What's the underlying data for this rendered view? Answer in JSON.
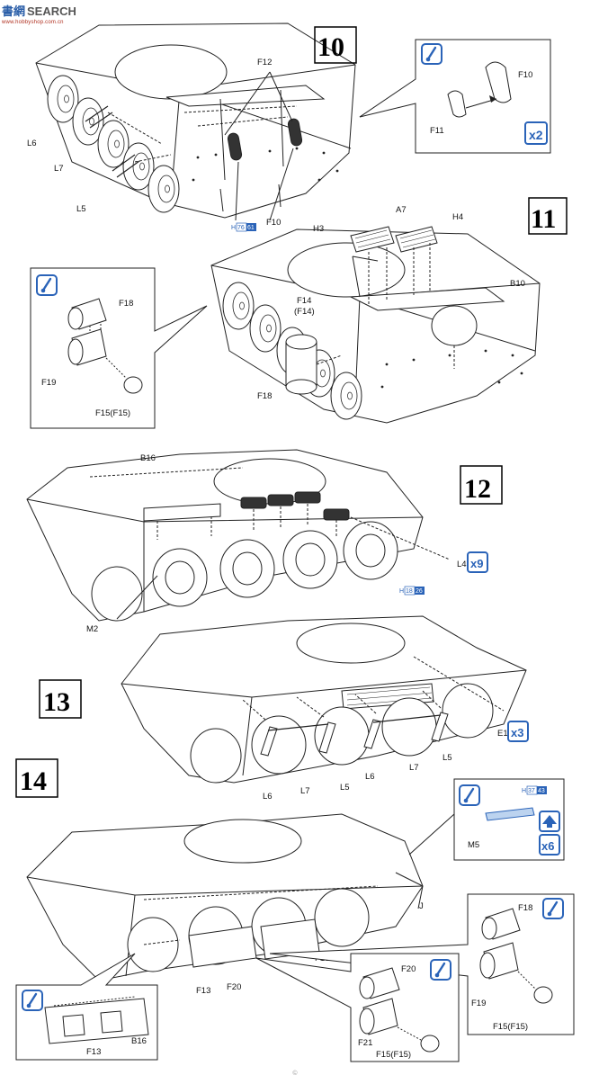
{
  "watermark": {
    "brand_cn": "書網",
    "brand_en": "SEARCH",
    "site": "www.hobbyshop.com.cn"
  },
  "footer_mark": "© ",
  "steps": {
    "s10": "10",
    "s11": "11",
    "s12": "12",
    "s13": "13",
    "s14": "14"
  },
  "labels": {
    "L6_a": "L6",
    "L7_a": "L7",
    "L5_a": "L5",
    "F12": "F12",
    "F10_a": "F10",
    "F10_b": "F10",
    "F11": "F11",
    "A7": "A7",
    "H4": "H4",
    "H3": "H3",
    "B10": "B10",
    "F14": "F14",
    "F14p": "(F14)",
    "F18_a": "F18",
    "F18_b": "F18",
    "F19_a": "F19",
    "F15_a": "F15(F15)",
    "B16_a": "B16",
    "L4": "L4",
    "M2": "M2",
    "E1": "E1",
    "L6_b": "L6",
    "L7_b": "L7",
    "L5_b": "L5",
    "L6_c": "L6",
    "L7_c": "L7",
    "L5_c": "L5",
    "M5": "M5",
    "J": "J",
    "F18_c": "F18",
    "F13_a": "F13",
    "F20_a": "F20",
    "F20_b": "F20",
    "F21": "F21",
    "F15_b": "F15(F15)",
    "F18_d": "F18",
    "F19_b": "F19",
    "F15_c": "F15(F15)",
    "F13_b": "F13",
    "B16_b": "B16"
  },
  "counts": {
    "x2": "x2",
    "x9": "x9",
    "x3": "x3",
    "x6": "x6"
  },
  "paint_refs": {
    "h1": {
      "prefix": "H",
      "a": "76",
      "b": "61"
    },
    "h2": {
      "prefix": "H",
      "a": "18",
      "b": "26"
    },
    "h3": {
      "prefix": "H",
      "a": "37",
      "b": "43"
    }
  },
  "colors": {
    "accent": "#2a63b8",
    "line": "#222222",
    "part_dark": "#333333"
  },
  "icons": [
    "glue-icon",
    "glue-icon",
    "glue-icon",
    "glue-icon",
    "glue-icon",
    "glue-icon",
    "flip-icon"
  ]
}
